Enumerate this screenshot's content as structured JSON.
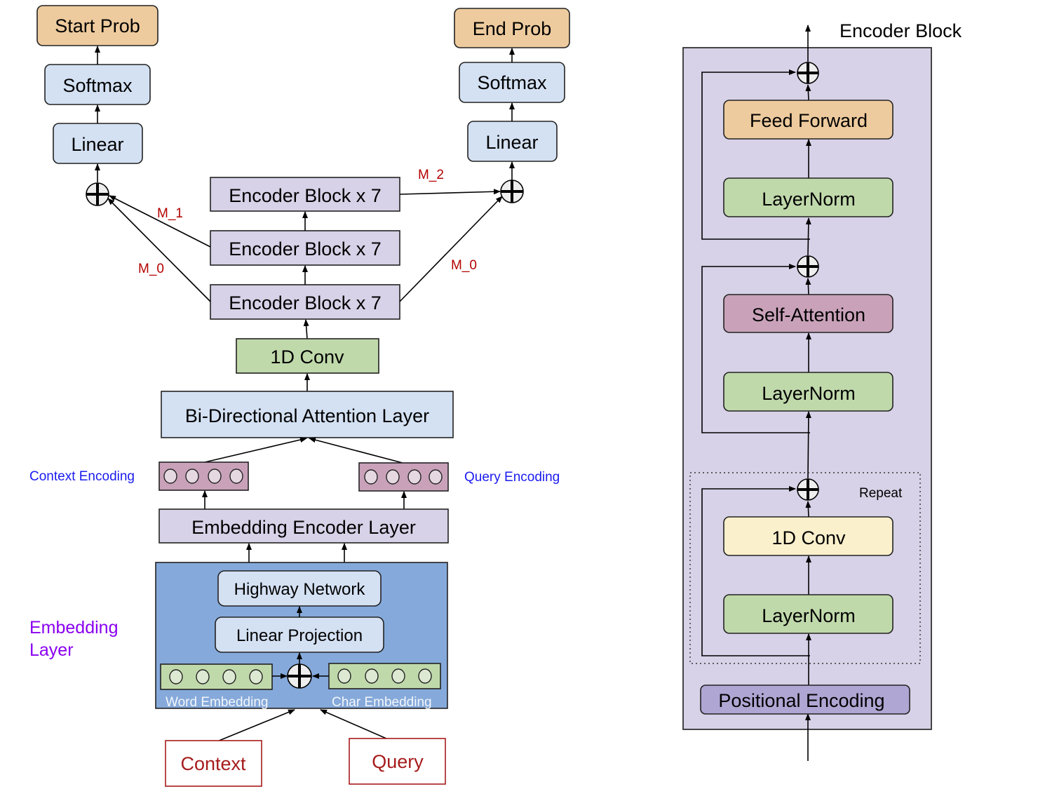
{
  "colors": {
    "prob": "#eecb9e",
    "softmax_linear": "#d4e1f3",
    "encoder_block": "#d7d2e7",
    "conv_green": "#c0d9ab",
    "attention_layer": "#d4e1f3",
    "encoding_vec": "#c9a2ba",
    "embedding_layer_bg": "#85a9da",
    "input_border": "#a61c1c",
    "input_text": "#a61c1c",
    "m_label": "#b30000",
    "encoding_label": "#1b1bf0",
    "embedding_label": "#8a00f0",
    "self_attention": "#c9a2ba",
    "conv_yellow": "#fbf0cc",
    "positional": "#b0a6d3",
    "plus_fill": "#eeeeee"
  },
  "left": {
    "start_prob": "Start Prob",
    "end_prob": "End Prob",
    "softmax_left": "Softmax",
    "softmax_right": "Softmax",
    "linear_left": "Linear",
    "linear_right": "Linear",
    "encoder_blocks": [
      "Encoder Block x 7",
      "Encoder Block x 7",
      "Encoder Block x 7"
    ],
    "m_labels": {
      "m0_left": "M_0",
      "m1": "M_1",
      "m2": "M_2",
      "m0_right": "M_0"
    },
    "conv": "1D Conv",
    "attention": "Bi-Directional Attention Layer",
    "context_encoding": "Context Encoding",
    "query_encoding": "Query Encoding",
    "embedding_encoder": "Embedding Encoder Layer",
    "embedding_layer_title": [
      "Embedding",
      "Layer"
    ],
    "highway": "Highway Network",
    "linear_projection": "Linear Projection",
    "word_embedding": "Word Embedding",
    "char_embedding": "Char Embedding",
    "context_input": "Context",
    "query_input": "Query"
  },
  "right": {
    "title": "Encoder Block",
    "feed_forward": "Feed Forward",
    "layernorm_top": "LayerNorm",
    "self_attention": "Self-Attention",
    "layernorm_mid": "LayerNorm",
    "repeat": "Repeat",
    "conv": "1D Conv",
    "layernorm_bottom": "LayerNorm",
    "positional": "Positional Encoding"
  }
}
